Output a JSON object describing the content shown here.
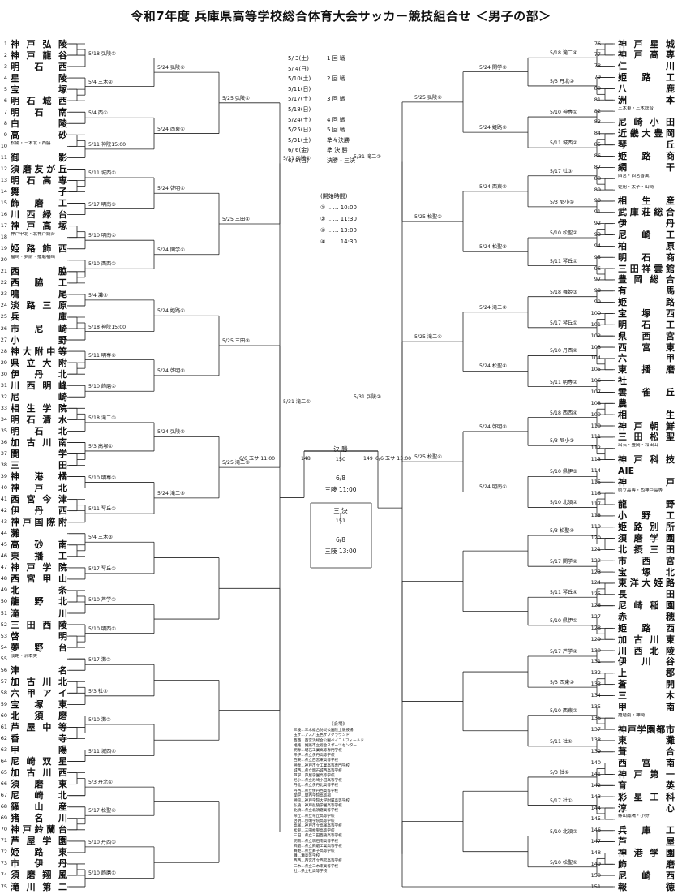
{
  "title": "令和7年度 兵庫県高等学校総合体育大会サッカー競技組合せ ＜男子の部＞",
  "left_teams": [
    {
      "n": "1",
      "name": "神戸弘陵"
    },
    {
      "n": "2",
      "name": "神戸龍谷"
    },
    {
      "n": "3",
      "name": "明石西"
    },
    {
      "n": "4",
      "name": "星陵"
    },
    {
      "n": "5",
      "name": "宝塚"
    },
    {
      "n": "6",
      "name": "明石城西"
    },
    {
      "n": "7",
      "name": "明石南"
    },
    {
      "n": "8",
      "name": "白陵"
    },
    {
      "n": "9",
      "name": "高砂"
    },
    {
      "n": "10",
      "name": "松陽・三木北・西脇",
      "small": true
    },
    {
      "n": "11",
      "name": "御影"
    },
    {
      "n": "12",
      "name": "須磨友が丘"
    },
    {
      "n": "13",
      "name": "明石高専"
    },
    {
      "n": "14",
      "name": "舞子"
    },
    {
      "n": "15",
      "name": "飾磨工"
    },
    {
      "n": "16",
      "name": "川西緑台"
    },
    {
      "n": "17",
      "name": "神戸高塚"
    },
    {
      "n": "18",
      "name": "神戸甲北・北神戸総合",
      "small": true
    },
    {
      "n": "19",
      "name": "姫路飾西"
    },
    {
      "n": "20",
      "name": "福崎・夢前・播磨福崎",
      "small": true
    },
    {
      "n": "21",
      "name": "西脇"
    },
    {
      "n": "22",
      "name": "西脇工"
    },
    {
      "n": "23",
      "name": "鳴尾"
    },
    {
      "n": "24",
      "name": "淡路三原"
    },
    {
      "n": "25",
      "name": "兵庫"
    },
    {
      "n": "26",
      "name": "市尼崎"
    },
    {
      "n": "27",
      "name": "小野"
    },
    {
      "n": "28",
      "name": "神大附中等"
    },
    {
      "n": "29",
      "name": "県立大附"
    },
    {
      "n": "30",
      "name": "伊丹北"
    },
    {
      "n": "31",
      "name": "川西明峰"
    },
    {
      "n": "32",
      "name": "尼崎"
    },
    {
      "n": "33",
      "name": "相生学院"
    },
    {
      "n": "34",
      "name": "明石清水"
    },
    {
      "n": "35",
      "name": "明石北"
    },
    {
      "n": "36",
      "name": "加古川南"
    },
    {
      "n": "37",
      "name": "関学"
    },
    {
      "n": "38",
      "name": "三田"
    },
    {
      "n": "39",
      "name": "神港橘"
    },
    {
      "n": "40",
      "name": "神戸北"
    },
    {
      "n": "41",
      "name": "西宮今津"
    },
    {
      "n": "42",
      "name": "伊丹西"
    },
    {
      "n": "43",
      "name": "神戸国際附"
    },
    {
      "n": "44",
      "name": "灘"
    },
    {
      "n": "45",
      "name": "高砂南"
    },
    {
      "n": "46",
      "name": "東播工"
    },
    {
      "n": "47",
      "name": "神戸学院"
    },
    {
      "n": "48",
      "name": "西宮甲山"
    },
    {
      "n": "49",
      "name": "北条"
    },
    {
      "n": "50",
      "name": "龍野北"
    },
    {
      "n": "51",
      "name": "滝川"
    },
    {
      "n": "52",
      "name": "三田西陵"
    },
    {
      "n": "53",
      "name": "啓明"
    },
    {
      "n": "54",
      "name": "夢野台"
    },
    {
      "n": "55",
      "name": "淡路・洲本実",
      "small": true
    },
    {
      "n": "56",
      "name": "津名"
    },
    {
      "n": "57",
      "name": "加古川北"
    },
    {
      "n": "58",
      "name": "六甲アイ"
    },
    {
      "n": "59",
      "name": "宝塚東"
    },
    {
      "n": "60",
      "name": "北須磨"
    },
    {
      "n": "61",
      "name": "芦屋中等"
    },
    {
      "n": "62",
      "name": "香寺"
    },
    {
      "n": "63",
      "name": "甲陽"
    },
    {
      "n": "64",
      "name": "尼崎双星"
    },
    {
      "n": "65",
      "name": "加古川西"
    },
    {
      "n": "66",
      "name": "須磨東"
    },
    {
      "n": "67",
      "name": "尼崎北"
    },
    {
      "n": "68",
      "name": "篠山産"
    },
    {
      "n": "69",
      "name": "猪名川"
    },
    {
      "n": "70",
      "name": "神戸鈴蘭台"
    },
    {
      "n": "71",
      "name": "芦屋学園"
    },
    {
      "n": "72",
      "name": "姫路東"
    },
    {
      "n": "73",
      "name": "市伊丹"
    },
    {
      "n": "74",
      "name": "須磨翔風"
    },
    {
      "n": "75",
      "name": "滝川第二"
    }
  ],
  "right_teams": [
    {
      "n": "76",
      "name": "神戸星城"
    },
    {
      "n": "77",
      "name": "神戸高専"
    },
    {
      "n": "78",
      "name": "仁川"
    },
    {
      "n": "79",
      "name": "姫路工"
    },
    {
      "n": "80",
      "name": "八鹿"
    },
    {
      "n": "81",
      "name": "洲本"
    },
    {
      "n": "82",
      "name": "三木東・三木総合",
      "small": true
    },
    {
      "n": "83",
      "name": "尼崎小田"
    },
    {
      "n": "84",
      "name": "近畿大豊岡"
    },
    {
      "n": "85",
      "name": "琴丘"
    },
    {
      "n": "86",
      "name": "姫路商"
    },
    {
      "n": "87",
      "name": "網干"
    },
    {
      "n": "88",
      "name": "西宮・西宮香風",
      "small": true
    },
    {
      "n": "89",
      "name": "佐用・太子・山崎",
      "small": true
    },
    {
      "n": "90",
      "name": "相生産"
    },
    {
      "n": "91",
      "name": "武庫荘総合"
    },
    {
      "n": "92",
      "name": "伊丹"
    },
    {
      "n": "93",
      "name": "尼崎工"
    },
    {
      "n": "94",
      "name": "柏原"
    },
    {
      "n": "95",
      "name": "明石商"
    },
    {
      "n": "96",
      "name": "三田祥雲館"
    },
    {
      "n": "97",
      "name": "豊岡総合"
    },
    {
      "n": "98",
      "name": "有馬"
    },
    {
      "n": "99",
      "name": "姫路"
    },
    {
      "n": "100",
      "name": "宝塚西"
    },
    {
      "n": "101",
      "name": "明石工"
    },
    {
      "n": "102",
      "name": "県西宮"
    },
    {
      "n": "103",
      "name": "西宮東"
    },
    {
      "n": "104",
      "name": "六甲"
    },
    {
      "n": "105",
      "name": "東播磨"
    },
    {
      "n": "106",
      "name": "社"
    },
    {
      "n": "107",
      "name": "雲雀丘"
    },
    {
      "n": "108",
      "name": "農"
    },
    {
      "n": "109",
      "name": "相生"
    },
    {
      "n": "110",
      "name": "神戸朝鮮"
    },
    {
      "n": "111",
      "name": "三田松聖"
    },
    {
      "n": "112",
      "name": "出石・豊岡・和田山",
      "small": true
    },
    {
      "n": "113",
      "name": "神戸科技"
    },
    {
      "n": "114",
      "name": "AIE"
    },
    {
      "n": "115",
      "name": "神戸"
    },
    {
      "n": "116",
      "name": "県立高専・西神戸高等",
      "small": true
    },
    {
      "n": "117",
      "name": "龍野"
    },
    {
      "n": "118",
      "name": "小野工"
    },
    {
      "n": "119",
      "name": "姫路別所"
    },
    {
      "n": "120",
      "name": "須磨学園"
    },
    {
      "n": "121",
      "name": "北摂三田"
    },
    {
      "n": "122",
      "name": "市西宮"
    },
    {
      "n": "123",
      "name": "宝塚北"
    },
    {
      "n": "124",
      "name": "東洋大姫路"
    },
    {
      "n": "125",
      "name": "長田"
    },
    {
      "n": "126",
      "name": "尼崎稲園"
    },
    {
      "n": "127",
      "name": "赤穂"
    },
    {
      "n": "128",
      "name": "姫路西"
    },
    {
      "n": "129",
      "name": "加古川東"
    },
    {
      "n": "130",
      "name": "川西北陵"
    },
    {
      "n": "131",
      "name": "伊川谷"
    },
    {
      "n": "132",
      "name": "上郡"
    },
    {
      "n": "133",
      "name": "蒼開"
    },
    {
      "n": "134",
      "name": "三木"
    },
    {
      "n": "135",
      "name": "甲南"
    },
    {
      "n": "136",
      "name": "播磨南・神崎",
      "small": true
    },
    {
      "n": "137",
      "name": "神戸学園都市"
    },
    {
      "n": "138",
      "name": "東灘"
    },
    {
      "n": "139",
      "name": "葺合"
    },
    {
      "n": "140",
      "name": "西宮南"
    },
    {
      "n": "141",
      "name": "神戸第一"
    },
    {
      "n": "142",
      "name": "育英"
    },
    {
      "n": "143",
      "name": "彩星工科"
    },
    {
      "n": "144",
      "name": "淳心"
    },
    {
      "n": "145",
      "name": "篠山鳳鳴・小野",
      "small": true
    },
    {
      "n": "146",
      "name": "兵庫工"
    },
    {
      "n": "147",
      "name": "芦屋"
    },
    {
      "n": "148",
      "name": "神港学園"
    },
    {
      "n": "149",
      "name": "飾磨"
    },
    {
      "n": "150",
      "name": "尼崎西"
    },
    {
      "n": "151",
      "name": "報徳"
    }
  ],
  "schedule": [
    {
      "d": "5/ 3(土)",
      "r": "1 回 戦"
    },
    {
      "d": "5/ 4(日)",
      "r": ""
    },
    {
      "d": "5/10(土)",
      "r": "2 回 戦"
    },
    {
      "d": "5/11(日)",
      "r": ""
    },
    {
      "d": "5/17(土)",
      "r": "3 回 戦"
    },
    {
      "d": "5/18(日)",
      "r": ""
    },
    {
      "d": "5/24(土)",
      "r": "4 回 戦"
    },
    {
      "d": "5/25(日)",
      "r": "5 回 戦"
    },
    {
      "d": "5/31(土)",
      "r": "準々決勝"
    },
    {
      "d": "6/ 6(金)",
      "r": "準 決 勝"
    },
    {
      "d": "6/ 8(日)",
      "r": "決勝・三決"
    }
  ],
  "times_title": "(開始時間)",
  "times": [
    "① …… 10:00",
    "② …… 11:30",
    "③ …… 13:00",
    "④ …… 14:30"
  ],
  "final": {
    "label": "決 勝",
    "num": "150",
    "date": "6/8",
    "venue": "三陵 11:00"
  },
  "third": {
    "label": "三 決",
    "num": "151",
    "date": "6/8",
    "venue": "三陵 13:00"
  },
  "semi_left": {
    "num": "148",
    "info": "6/6 玉サ 11:00"
  },
  "semi_right": {
    "num": "149",
    "info": "6/6 玉サ 13:00"
  },
  "left_labels": [
    "5/18 弘陵①",
    "5/4 三木②",
    "5/4 西①",
    "5/11 神院15:00",
    "5/11 城西①",
    "5/17 明南③",
    "5/10 明南②",
    "5/10 西西②",
    "5/4 灘②",
    "5/18 神院15:00",
    "5/11 明専②",
    "5/10 飾磨②",
    "5/18 滝二③",
    "5/3 高塚①",
    "5/10 明専②",
    "5/11 琴丘②",
    "5/4 三木③",
    "5/17 琴丘②",
    "5/10 芦学②",
    "5/10 明西①",
    "5/17 灘②",
    "5/3 社②",
    "5/10 灘②",
    "5/11 城西④",
    "5/3 丹北①",
    "5/17 松聖④",
    "5/10 丹西③",
    "5/10 飾磨①",
    "5/3 社④",
    "5/17 関学①",
    "5/18 三田①",
    "5/3 高塚④",
    "5/10 神専④",
    "5/10 丹西①",
    "5/17 灘①",
    "5/4 灘①",
    "5/10 灘①",
    "5/11 神院13:30",
    "5/3 尼小④",
    "5/18 神院13:30",
    "5/11 社④",
    "5/11 啓明①",
    "5/17 啓明①",
    "5/3 高塚③",
    "5/11 明専①",
    "5/11 社③",
    "5/3 丹北③",
    "5/10 北須①",
    "5/10 西西④",
    "5/18 西西③",
    "5/4 三木④",
    "5/11 明専①",
    "5/11 城西③",
    "5/3 飾磨③",
    "5/17 芦学③",
    "5/10 芦学③",
    "5/11 城西②",
    "5/3 西東①",
    "5/18 滝二①"
  ],
  "left_r4": [
    "5/24 弘陵①",
    "5/24 西東①",
    "5/24 啓明①",
    "5/24 関学①",
    "5/24 姫路①",
    "5/24 啓明②",
    "5/24 弘陵②",
    "5/24 滝二③"
  ],
  "left_r5": [
    "5/25 弘陵①",
    "5/25 三田④",
    "5/25 三田③",
    "5/25 滝二③"
  ],
  "left_qf": [
    "5/31 弘陵①",
    "5/31 滝二①"
  ],
  "right_labels": [
    "5/18 滝二④",
    "5/3 丹北②",
    "5/10 神専①",
    "5/11 城西②",
    "5/17 社③",
    "5/3 尼小①",
    "5/10 松聖②",
    "5/11 琴丘①",
    "5/18 舞姫③",
    "5/17 琴丘①",
    "5/10 丹西②",
    "5/11 明専②",
    "5/18 西西④",
    "5/3 尼小③",
    "5/10 県伊③",
    "5/10 北須②",
    "5/3 松聖④",
    "5/17 関学②",
    "5/11 琴丘④",
    "5/10 県伊①",
    "5/17 芦学④",
    "5/3 西東②",
    "5/10 西東②",
    "5/11 社①",
    "5/3 社①",
    "5/17 社①",
    "5/10 北須②",
    "5/10 松聖①",
    "5/3 松聖③",
    "5/17 松聖③",
    "5/18 三田②",
    "5/3 社③",
    "5/10 北須③",
    "5/10 舞姫④",
    "5/18 西西①",
    "5/3 西東③",
    "5/10 西西①",
    "5/10 西西③",
    "5/3 高塚②",
    "5/18 弘陵②",
    "5/10 丹西④",
    "5/11 琴丘③",
    "5/17 社②",
    "5/3 尼小②",
    "5/11 明専④",
    "5/11 城西④",
    "5/4 三木①",
    "5/17 社④",
    "5/11 社②",
    "5/18 滝二②",
    "5/3 丹北④",
    "5/10 西東④",
    "5/11 啓明②",
    "5/3 松聖①",
    "5/17 明南①",
    "5/10 舞姫①",
    "5/18 西西②"
  ],
  "right_r4": [
    "5/24 関学②",
    "5/24 姫路②",
    "5/24 西東②",
    "5/24 松聖③",
    "5/24 滝二④",
    "5/24 松聖④",
    "5/24 啓明②",
    "5/24 明南①"
  ],
  "right_r5": [
    "5/25 弘陵②",
    "5/25 松聖③",
    "5/25 滝二④",
    "5/25 松聖④"
  ],
  "right_qf": [
    "5/31 滝二②",
    "5/31 弘陵②"
  ],
  "venues_title": "《会場》",
  "venues": [
    "三陵…三木総合防災公園陸上競技場",
    "玉サ…アスパ五色サブグラウンド",
    "西西…西宮浜総合公園ベイコムフィールド",
    "姫路…姫路市立総合スポーツセンター",
    "明専…明石工業高等専門学校",
    "県伊…県立伊丹高等学校",
    "西東…県立西宮東高等学校",
    "神専…神戸市立工業高等専門学校",
    "城西…県立明石城西高等学校",
    "芦学…芦屋学園高等学校",
    "尼小…県立尼崎小田高等学校",
    "丹北…県立伊丹北高等学校",
    "丹西…県立伊丹西高等学校",
    "関学…関西学院高等部",
    "神院…神戸学院大学附属高等学校",
    "弘陵…神戸弘陵学園高等学校",
    "北須…県立北須磨高等学校",
    "琴丘…県立琴丘高等学校",
    "啓明…啓明学院高等学校",
    "高塚…神戸市立高塚高等学校",
    "松聖…三田松聖高等学校",
    "三田…県立三田西陵高等学校",
    "明南…県立明石南高等学校",
    "飾磨…県立飾磨工業高等学校",
    "舞姫…県立舞子高等学校",
    "灘…灘高等学校",
    "西西…西宮市立西宮高等学校",
    "三木…県立三木東高等学校",
    "社…県立社高等学校"
  ]
}
